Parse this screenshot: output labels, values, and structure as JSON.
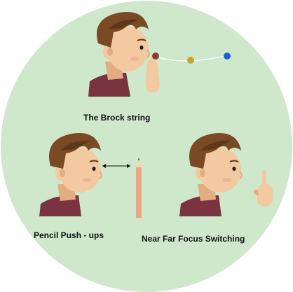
{
  "exercises": [
    {
      "label": "The Brock string"
    },
    {
      "label": "Pencil Push - ups"
    },
    {
      "label": "Near Far Focus Switching"
    }
  ],
  "colors": {
    "background_circle": "#cfe8cc",
    "hair": "#7a4a24",
    "hair_shadow": "#5e381a",
    "skin": "#f2c9a0",
    "skin_shadow": "#e3ad82",
    "shirt": "#7a3340",
    "pencil": "#e8a884",
    "bead_red": "#8b3a3a",
    "bead_yellow": "#c9a524",
    "bead_blue": "#1f5fd6"
  }
}
